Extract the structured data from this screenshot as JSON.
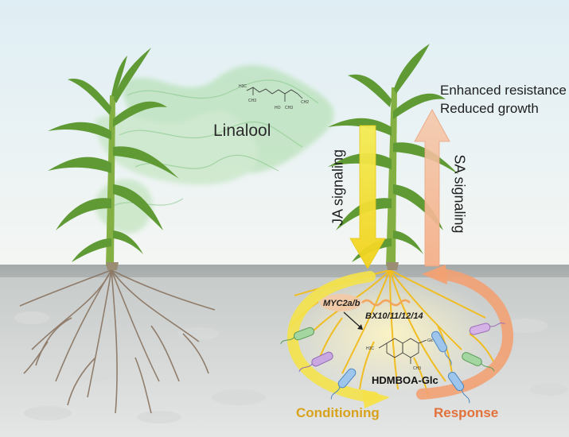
{
  "labels": {
    "volatile": "Linalool",
    "outcome_line1": "Enhanced resistance",
    "outcome_line2": "Reduced growth",
    "ja_signaling": "JA signaling",
    "sa_signaling": "SA signaling",
    "transcription_factor": "MYC2a/b",
    "genes": "BX10/11/12/14",
    "metabolite": "HDMBOA-Glc",
    "conditioning": "Conditioning",
    "response": "Response"
  },
  "chem_labels": {
    "methyl_1": "H3C",
    "methyl_2": "CH3",
    "hydroxyl": "HO",
    "methyl_3": "CH3",
    "methylene": "CH2",
    "hd_methyl": "H3C",
    "hd_glc": "Glc",
    "hd_methyl_n": "CH3"
  },
  "colors": {
    "sky_top": "#dfeef4",
    "sky_bottom": "#f3f6f4",
    "soil": "#b8bdbc",
    "soil_dark": "#8e9494",
    "stem": "#7fae3e",
    "leaf": "#5c9534",
    "root": "#8a7460",
    "root_active": "#f0bd22",
    "ja_arrow": "#f3ee3c",
    "sa_arrow": "#f3a67c",
    "conditioning": "#d8a21c",
    "response": "#e2713a",
    "vapor": "#9dd39a"
  },
  "icons": [
    "plant-icon",
    "root-icon",
    "bacteria-icon",
    "vapor-icon",
    "molecule-icon"
  ]
}
